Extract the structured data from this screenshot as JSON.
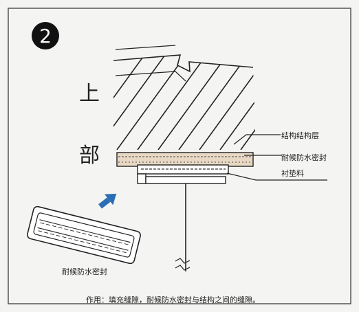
{
  "step_number": "2",
  "side_label_char1": "上",
  "side_label_char2": "部",
  "callouts": {
    "structure_layer": "结构结构层",
    "weather_seal": "耐候防水密封",
    "backing": "衬垫料"
  },
  "loose_part_label": "耐候防水密封",
  "caption": "作用：填充缝隙，耐候防水密封与结构之间的缝隙。",
  "colors": {
    "arrow": "#2a6fb5",
    "ink": "#222222",
    "background": "#f4f4f2"
  }
}
